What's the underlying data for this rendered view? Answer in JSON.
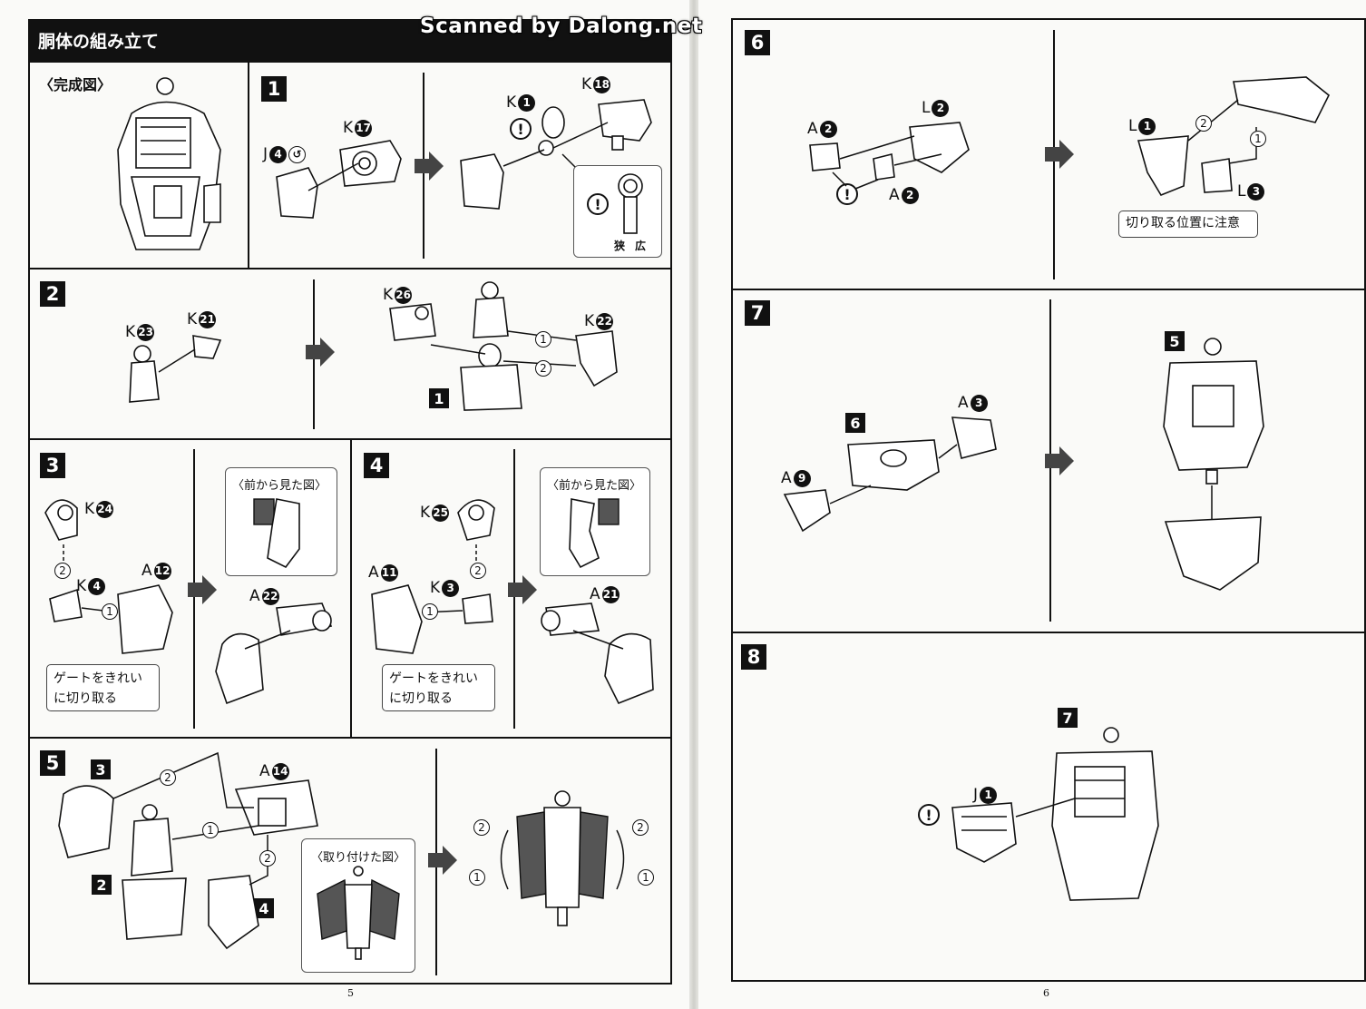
{
  "header": {
    "title": "胴体の組み立て",
    "watermark": "Scanned by Dalong.net"
  },
  "completed": {
    "label": "〈完成図〉"
  },
  "steps": [
    {
      "number": "1",
      "labels": [
        "J",
        "4",
        "K",
        "17",
        "K",
        "1",
        "K",
        "18"
      ],
      "notes": [
        "狭",
        "広"
      ]
    },
    {
      "number": "2",
      "labels": [
        "K",
        "23",
        "K",
        "21",
        "K",
        "26",
        "K",
        "22"
      ],
      "ref": "1",
      "orders": [
        "1",
        "2"
      ]
    },
    {
      "number": "3",
      "labels": [
        "K",
        "24",
        "K",
        "4",
        "A",
        "12",
        "A",
        "22"
      ],
      "note": "ゲートをきれい\nに切り取る",
      "view": "〈前から見た図〉",
      "orders": [
        "1",
        "2"
      ]
    },
    {
      "number": "4",
      "labels": [
        "K",
        "25",
        "K",
        "3",
        "A",
        "11",
        "A",
        "21"
      ],
      "note": "ゲートをきれい\nに切り取る",
      "view": "〈前から見た図〉",
      "orders": [
        "1",
        "2"
      ]
    },
    {
      "number": "5",
      "labels": [
        "A",
        "14"
      ],
      "refs": [
        "3",
        "2",
        "4"
      ],
      "view": "〈取り付けた図〉",
      "orders": [
        "1",
        "2"
      ]
    },
    {
      "number": "6",
      "labels": [
        "A",
        "2",
        "L",
        "2",
        "A",
        "2",
        "L",
        "1",
        "L",
        "3"
      ],
      "note": "切り取る位置に注意",
      "orders": [
        "1",
        "2"
      ]
    },
    {
      "number": "7",
      "labels": [
        "A",
        "3",
        "A",
        "9"
      ],
      "refs": [
        "6",
        "5"
      ]
    },
    {
      "number": "8",
      "labels": [
        "J",
        "1"
      ],
      "refs": [
        "7"
      ]
    }
  ],
  "page_numbers": {
    "left": "5",
    "right": "6"
  },
  "colors": {
    "ink": "#111111",
    "paper": "#fafaf8",
    "arrow": "#444444"
  }
}
